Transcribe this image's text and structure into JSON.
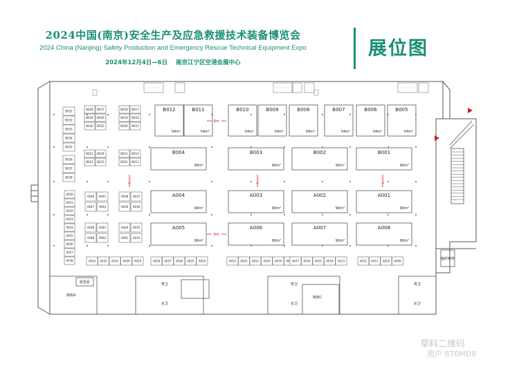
{
  "header": {
    "title": "2024中国(南京)安全生产及应急救援技术装备博览会",
    "subtitle_en": "2024 China (Nanjing) Safety Production and Emergency Rescue Technical Equipment Expo",
    "date": "2024年12月4日—6日",
    "venue": "南京江宁区空港会展中心",
    "side_title": "展位图"
  },
  "colors": {
    "brand": "#1a8f74",
    "aisle_marker": "#d02020",
    "line": "#555555",
    "booth_border": "#666666"
  },
  "aisle_label": "6m",
  "row_b_upper": [
    {
      "id": "B012",
      "area": "54m²"
    },
    {
      "id": "B011",
      "area": "54m²"
    },
    {
      "id": "B010",
      "area": "54m²"
    },
    {
      "id": "B009",
      "area": "54m²"
    },
    {
      "id": "B008",
      "area": "54m²"
    },
    {
      "id": "B007",
      "area": "54m²"
    },
    {
      "id": "B006",
      "area": "54m²"
    },
    {
      "id": "B005",
      "area": "54m²"
    }
  ],
  "row_b_lower": [
    {
      "id": "B004",
      "area": "90m²"
    },
    {
      "id": "B003",
      "area": "90m²"
    },
    {
      "id": "B002",
      "area": "90m²"
    },
    {
      "id": "B001",
      "area": "90m²"
    }
  ],
  "row_a_upper": [
    {
      "id": "A004",
      "area": "90m²"
    },
    {
      "id": "A003",
      "area": "90m²"
    },
    {
      "id": "A002",
      "area": "90m²"
    },
    {
      "id": "A001",
      "area": "90m²"
    }
  ],
  "row_a_lower": [
    {
      "id": "A005",
      "area": "90m²"
    },
    {
      "id": "A006",
      "area": "90m²"
    },
    {
      "id": "A007",
      "area": "90m²"
    },
    {
      "id": "A008",
      "area": "90m²"
    }
  ],
  "small_b_col1": [
    "B031",
    "B032",
    "B033",
    "B034",
    "B035",
    "B036",
    "B037",
    "B038"
  ],
  "small_b_col2": [
    [
      "B028",
      "B027"
    ],
    [
      "B029",
      "B026"
    ],
    [
      "B030",
      "B025"
    ],
    [
      "B021",
      "B024"
    ],
    [
      "B022",
      "B023"
    ]
  ],
  "small_b_col3": [
    [
      "B018",
      "B017"
    ],
    [
      "B019",
      "B016"
    ],
    [
      "B020",
      "B015"
    ],
    [
      "B021",
      "B014"
    ],
    [
      "B022",
      "B013"
    ]
  ],
  "small_a_col1": [
    "A050",
    "A051",
    "A052",
    "A053",
    "A054",
    "A055",
    "A056",
    "A057",
    "A058"
  ],
  "small_a_col2": [
    [
      "A046",
      "A045"
    ],
    [
      "A047",
      "A044"
    ],
    [
      "A048",
      "A043"
    ],
    [
      "A049",
      "A042"
    ]
  ],
  "small_a_col3": [
    [
      "A038",
      "A037"
    ],
    [
      "A039",
      "A036"
    ],
    [
      "A040",
      "A035"
    ],
    [
      "A041",
      "A034"
    ]
  ],
  "bottom_row": [
    "A033",
    "A032",
    "A031",
    "A030",
    "A029",
    "A028",
    "A027",
    "A026",
    "A025",
    "A024",
    "A023",
    "A022",
    "A021",
    "A020",
    "A019",
    "A018",
    "A017",
    "A016",
    "A015",
    "A014",
    "A013",
    "A012",
    "A011",
    "A010",
    "A009"
  ],
  "rooms": {
    "storage_a": "库房A",
    "storage_c": "库房C",
    "cleaning": "清洁间",
    "male_wc": "男卫",
    "female_wc": "女卫",
    "temp_storage": "临时寄存"
  },
  "watermark": [
    "草料二维码",
    "用户 6T0MD8"
  ]
}
